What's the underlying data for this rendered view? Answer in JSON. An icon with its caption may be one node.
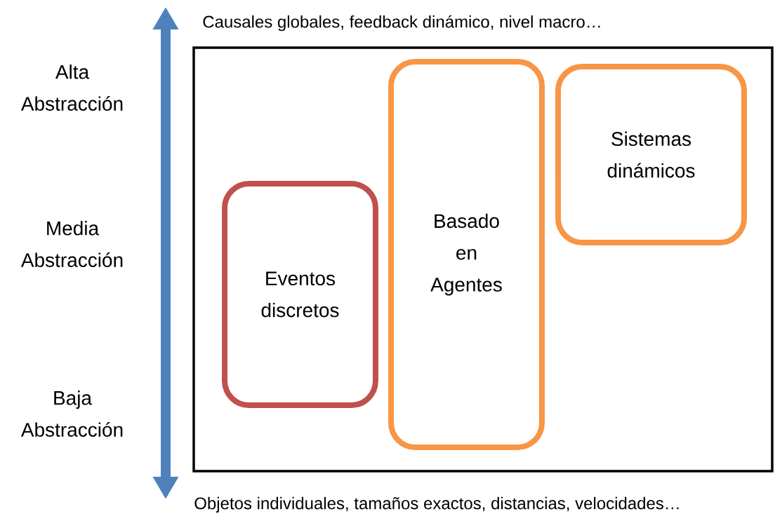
{
  "diagram": {
    "nodes": [
      {
        "text": [],
        "shape": "box"
      },
      {
        "text": [
          "Basado en Agentes"
        ],
        "in": 0
      },
      {
        "text": [
          "Sistemas dinámicos"
        ],
        "in": 0
      },
      {
        "text": [
          "Eventos discretos"
        ],
        "in": 0
      }
    ],
    "labels": [
      "Causales globales, feedback dinámico, nivel macro…",
      "Alta Abstracción",
      "Media Abstracción",
      "Baja Abstracción",
      "Objetos individuales, tamaños exactos, distancias, velocidades…"
    ]
  }
}
